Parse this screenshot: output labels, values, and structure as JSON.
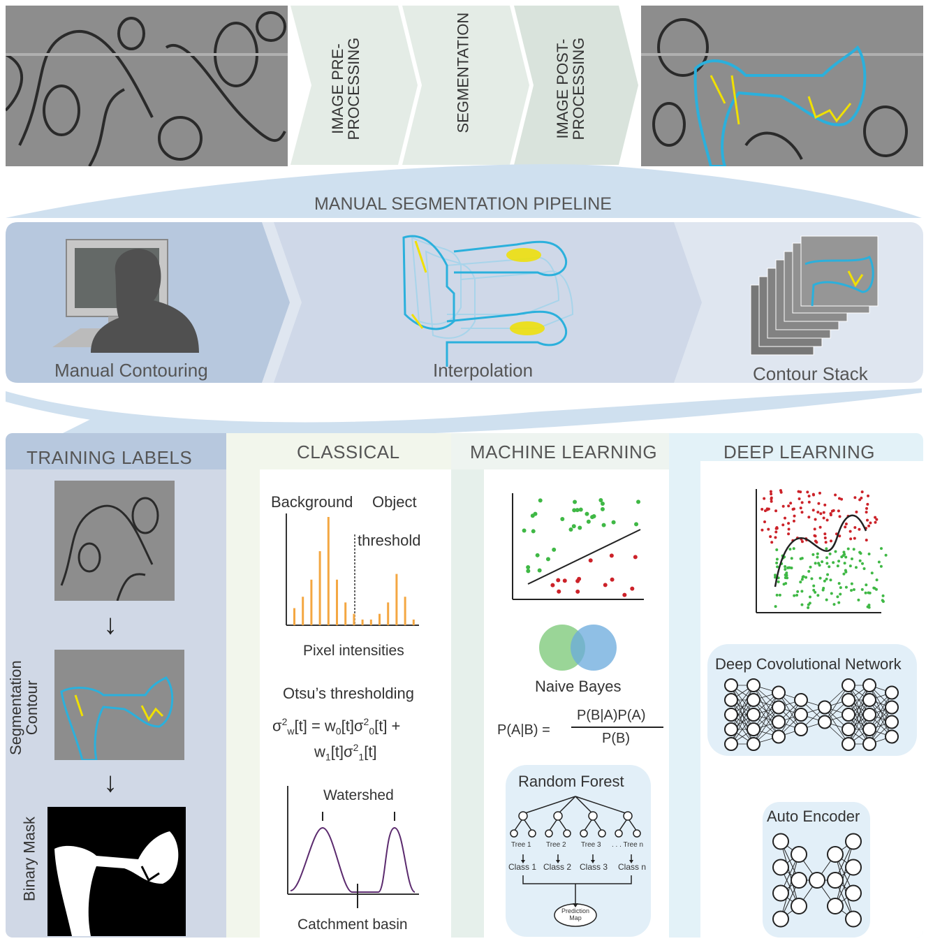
{
  "pipeline_steps": [
    {
      "label": "IMAGE PRE-\nPROCESSING"
    },
    {
      "label": "SEGMENTATION"
    },
    {
      "label": "IMAGE POST-\nPROCESSING"
    }
  ],
  "manual": {
    "title": "MANUAL SEGMENTATION PIPELINE",
    "steps": [
      "Manual Contouring",
      "Interpolation",
      "Contour Stack"
    ]
  },
  "training": {
    "title": "TRAINING LABELS",
    "side_labels": [
      "Segmentation\nContour",
      "Binary Mask"
    ]
  },
  "classical": {
    "title": "CLASSICAL",
    "hist_left": "Background",
    "hist_right": "Object",
    "threshold": "threshold",
    "xlabel": "Pixel intensities",
    "otsu": "Otsu’s thresholding",
    "watershed": "Watershed",
    "basin": "Catchment basin",
    "hist_values": [
      3,
      5,
      8,
      13,
      19,
      8,
      4,
      2,
      1,
      1,
      2,
      4,
      9,
      5,
      1
    ]
  },
  "ml": {
    "title": "MACHINE LEARNING",
    "naive_bayes": "Naive Bayes",
    "bayes_lhs": "P(A|B) =",
    "bayes_num": "P(B|A)P(A)",
    "bayes_den": "P(B)",
    "random_forest": "Random Forest",
    "trees": [
      "Tree 1",
      "Tree 2",
      "Tree 3",
      ". . . Tree n"
    ],
    "classes": [
      "Class 1",
      "Class 2",
      "Class 3",
      "Class n"
    ],
    "prediction": "Prediction\nMap"
  },
  "dl": {
    "title": "DEEP LEARNING",
    "cnn": "Deep Covolutional Network",
    "autoencoder": "Auto Encoder"
  },
  "colors": {
    "contour_blue": "#2bb0dc",
    "contour_yellow": "#f0e000",
    "orange_bar": "#f4a742",
    "green_dot": "#3fb845",
    "red_dot": "#cc2229",
    "purple": "#5b2a6e"
  }
}
